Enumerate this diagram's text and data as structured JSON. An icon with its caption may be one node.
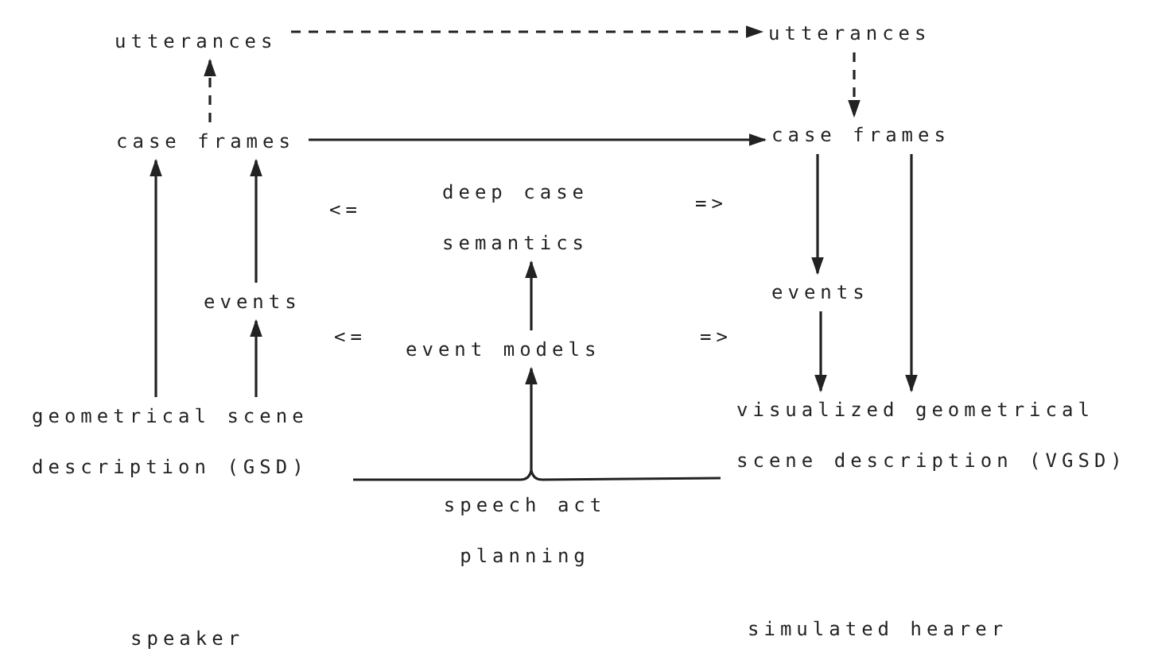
{
  "diagram": {
    "nodes": [
      {
        "text": [
          "utterances"
        ]
      },
      {
        "text": [
          "utterances"
        ]
      },
      {
        "text": [
          "case frames"
        ]
      },
      {
        "text": [
          "case frames"
        ]
      },
      {
        "text": [
          "deep case semantics"
        ]
      },
      {
        "text": [
          "events"
        ]
      },
      {
        "text": [
          "event models"
        ]
      },
      {
        "text": [
          "events"
        ]
      },
      {
        "text": [
          "geometrical scene description (GSD)"
        ]
      },
      {
        "text": [
          "speech act planning"
        ]
      },
      {
        "text": [
          "visualized geometrical scene description (VGSD)"
        ]
      }
    ],
    "edges": [
      {
        "from": 0,
        "to": 1,
        "arrow": "to",
        "style": "dashed"
      },
      {
        "from": 2,
        "to": 0,
        "arrow": "to",
        "style": "dashed"
      },
      {
        "from": 1,
        "to": 3,
        "arrow": "to",
        "style": "dashed"
      },
      {
        "from": 2,
        "to": 3,
        "arrow": "to"
      },
      {
        "from": 8,
        "to": 2,
        "arrow": "to"
      },
      {
        "from": 5,
        "to": 2,
        "arrow": "to"
      },
      {
        "from": 8,
        "to": 5,
        "arrow": "to"
      },
      {
        "from": 6,
        "to": 4,
        "arrow": "to"
      },
      {
        "from": 9,
        "to": 6,
        "arrow": "to"
      },
      {
        "from": 3,
        "to": 7,
        "arrow": "to"
      },
      {
        "from": 3,
        "to": 10,
        "arrow": "to"
      },
      {
        "from": 7,
        "to": 10,
        "arrow": "to"
      }
    ],
    "labels": [
      "<=",
      "=>",
      "<=",
      "=>",
      "speaker",
      "simulated hearer"
    ]
  }
}
